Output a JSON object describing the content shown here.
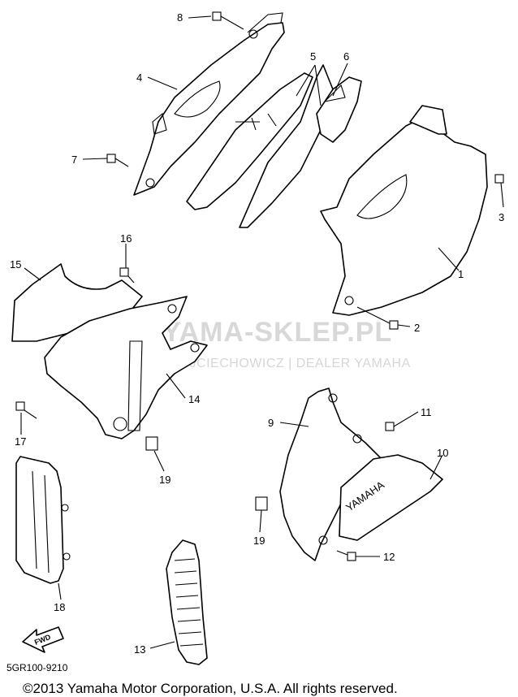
{
  "watermark": {
    "brand": "YAMA-SKLEP.PL",
    "dealer": "WOJCIECHOWICZ | DEALER YAMAHA",
    "logo": "yamaha-tuning-fork-logo",
    "color": "#e8a0a0"
  },
  "parts": {
    "p1": "1",
    "p2": "2",
    "p3": "3",
    "p4": "4",
    "p5": "5",
    "p6": "6",
    "p7": "7",
    "p8": "8",
    "p9": "9",
    "p10": "10",
    "p11": "11",
    "p12": "12",
    "p13": "13",
    "p14": "14",
    "p15": "15",
    "p16": "16",
    "p17": "17",
    "p18": "18",
    "p19a": "19",
    "p19b": "19"
  },
  "decal_text": "YAMAHA",
  "fwd_label": "FWD",
  "diagram_code": "5GR100-9210",
  "copyright": "©2013 Yamaha Motor Corporation, U.S.A. All rights reserved."
}
